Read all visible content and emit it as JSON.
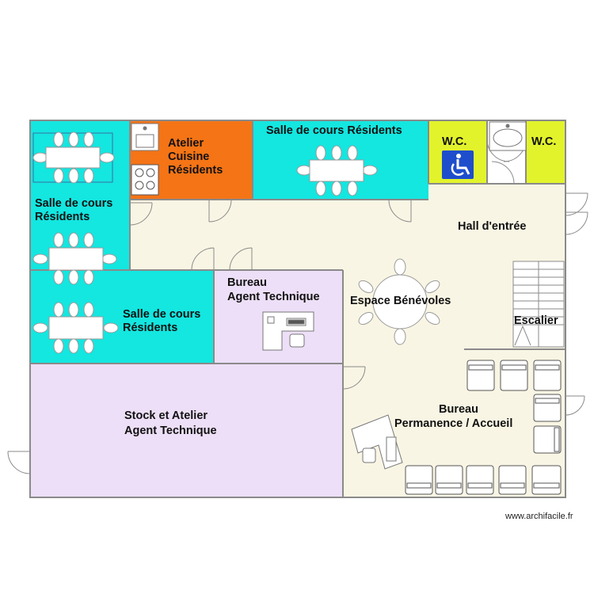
{
  "colors": {
    "cyan": "#14e6e0",
    "orange": "#f47416",
    "yellow": "#e2f32c",
    "hall": "#f9f5e4",
    "lavender": "#eddff7",
    "wall": "#8a8a8a",
    "accessible_blue": "#1e4ecc"
  },
  "rooms": {
    "salle_top_left": [
      "Salle de cours",
      "Résidents"
    ],
    "atelier_cuisine": [
      "Atelier",
      "Cuisine",
      "Résidents"
    ],
    "salle_top_center": [
      "Salle de cours Résidents"
    ],
    "wc_left": [
      "W.C."
    ],
    "wc_right": [
      "W.C."
    ],
    "hall": [
      "Hall d'entrée"
    ],
    "bureau_agent": [
      "Bureau",
      "Agent Technique"
    ],
    "espace_benevoles": [
      "Espace Bénévoles"
    ],
    "escalier": [
      "Escalier"
    ],
    "salle_mid_left": [
      "Salle de cours",
      "Résidents"
    ],
    "stock_atelier": [
      "Stock et Atelier",
      "Agent Technique"
    ],
    "bureau_permanence": [
      "Bureau",
      "Permanence / Accueil"
    ]
  },
  "icons": {
    "accessible": "wheelchair-icon",
    "sink": "sink-icon",
    "stove": "stove-icon",
    "stairs": "stairs-icon"
  },
  "watermark": "www.archifacile.fr"
}
